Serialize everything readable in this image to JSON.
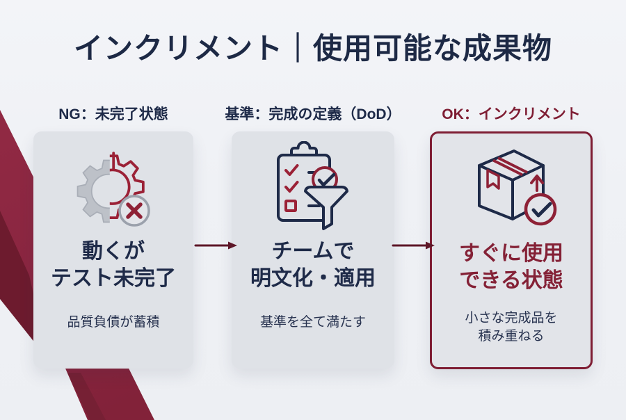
{
  "title": "インクリメント｜使用可能な成果物",
  "columns": [
    {
      "id": "ng",
      "header": "NG：未完了状態",
      "main": "動くが\nテスト未完了",
      "sub": "品質負債が蓄積",
      "icon": "gear-incomplete-icon"
    },
    {
      "id": "dod",
      "header": "基準：完成の定義（DoD）",
      "main": "チームで\n明文化・適用",
      "sub": "基準を全て満たす",
      "icon": "checklist-funnel-icon"
    },
    {
      "id": "ok",
      "header": "OK：インクリメント",
      "main": "すぐに使用\nできる状態",
      "sub": "小さな完成品を\n積み重ねる",
      "icon": "package-check-icon"
    }
  ],
  "flow": {
    "arrow_icon": "flow-arrow-icon",
    "direction": "left-to-right"
  },
  "colors": {
    "page_background": "#eff1f5",
    "panel_background": "#dfe2e7",
    "navy_text": "#1e2a48",
    "accent_red": "#8e2136",
    "ok_border_red": "#7e1d33",
    "ribbon_red": "#8b2840",
    "ribbon_fold": "#6d1b2e",
    "arrow": "#5d1627",
    "gear_gray": "#bdc1c8"
  }
}
